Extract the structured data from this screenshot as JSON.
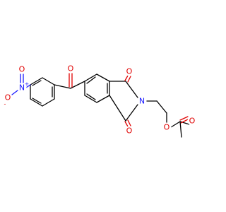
{
  "molecule": {
    "colors": {
      "carbon_bond": "#000000",
      "oxygen": "#e00000",
      "nitrogen": "#1a1aff",
      "background": "#ffffff"
    },
    "atoms": {
      "nitro_n": {
        "symbol": "N",
        "charge": "+"
      },
      "nitro_o_top": {
        "symbol": "O",
        "charge": ""
      },
      "nitro_o_left": {
        "symbol": "O",
        "charge": "-"
      },
      "ketone_o": {
        "symbol": "O",
        "charge": ""
      },
      "imide_o_top": {
        "symbol": "O",
        "charge": ""
      },
      "imide_o_bottom": {
        "symbol": "O",
        "charge": ""
      },
      "imide_n": {
        "symbol": "N",
        "charge": ""
      },
      "ester_o": {
        "symbol": "O",
        "charge": ""
      },
      "acetyl_o": {
        "symbol": "O",
        "charge": ""
      }
    }
  }
}
